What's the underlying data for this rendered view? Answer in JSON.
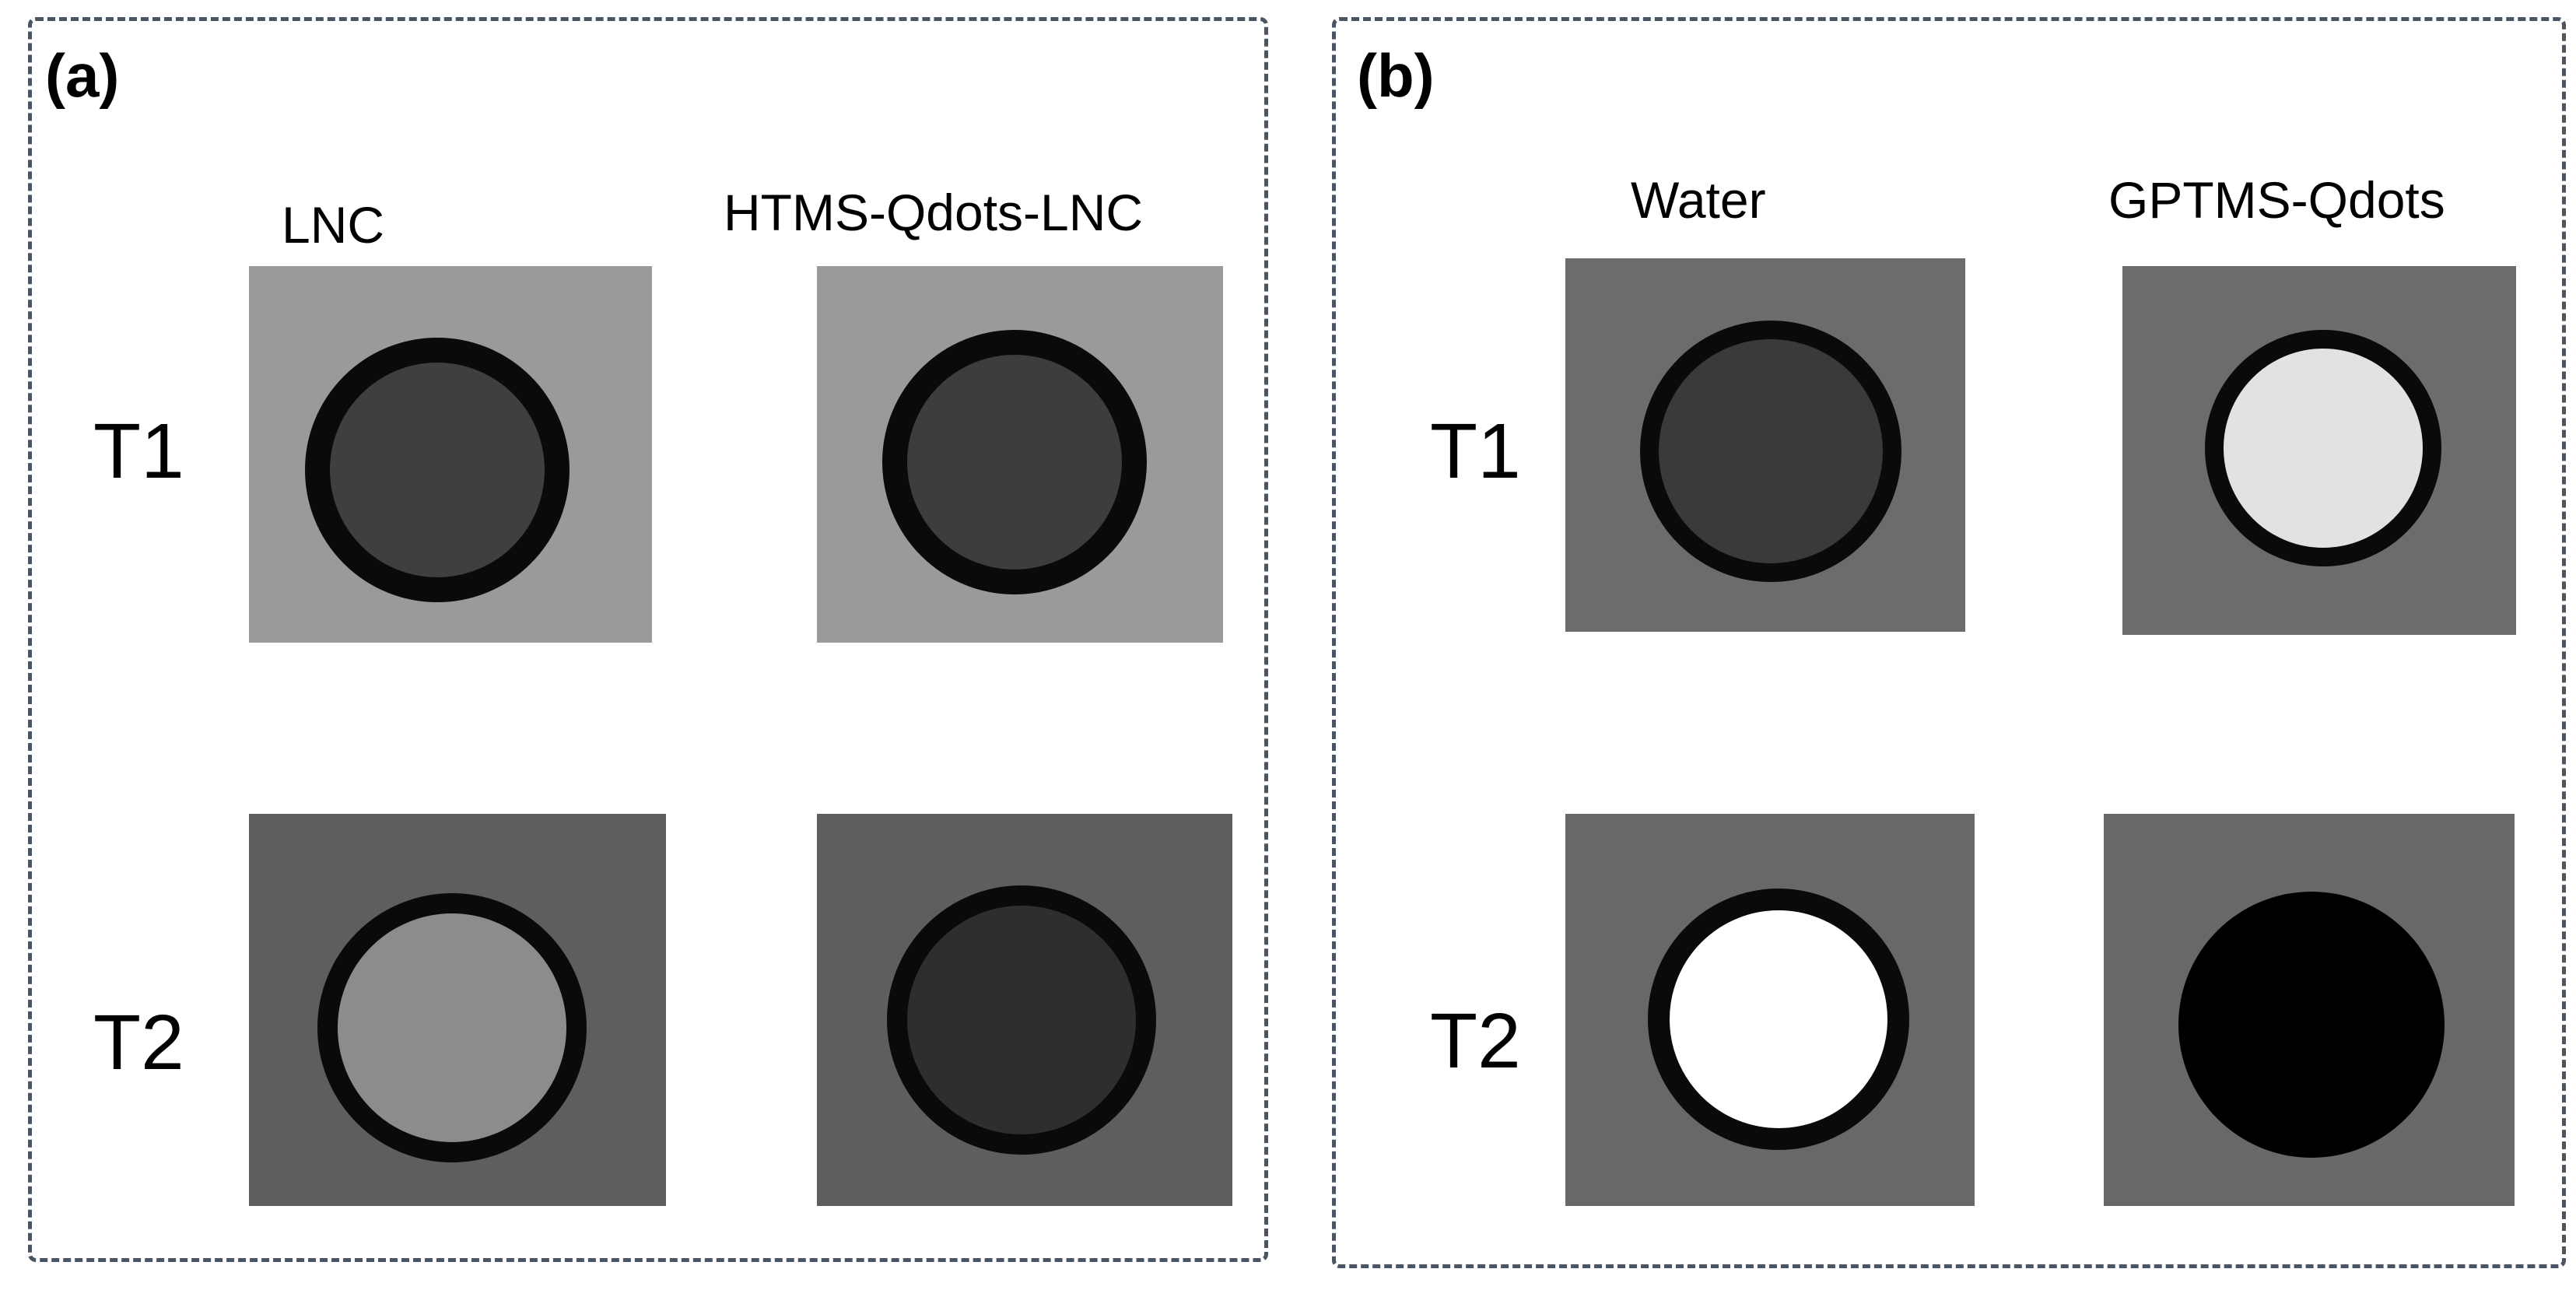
{
  "panel_a": {
    "label": "(a)",
    "columns": [
      "LNC",
      "HTMS-Qdots-LNC"
    ],
    "rows": [
      "T1",
      "T2"
    ]
  },
  "panel_b": {
    "label": "(b)",
    "columns": [
      "Water",
      "GPTMS-Qdots"
    ],
    "rows": [
      "T1",
      "T2"
    ]
  },
  "colors": {
    "border": "#4a5564",
    "a_t1_bg": "#9a9a9a",
    "a_t2_bg": "#5e5e5e",
    "b_t1_bg": "#6c6c6c",
    "b_t2_bg": "#686868",
    "ring": "#0a0a0a",
    "lnc_t1_core": "#3f3f3f",
    "htms_t1_core": "#3d3d3d",
    "lnc_t2_core": "#8c8c8c",
    "htms_t2_core": "#2e2e2e",
    "water_t1_core": "#3a3a3a",
    "gptms_t1_core": "#e2e2e2",
    "water_t2_core": "#ffffff",
    "gptms_t2_core": "#000000"
  }
}
